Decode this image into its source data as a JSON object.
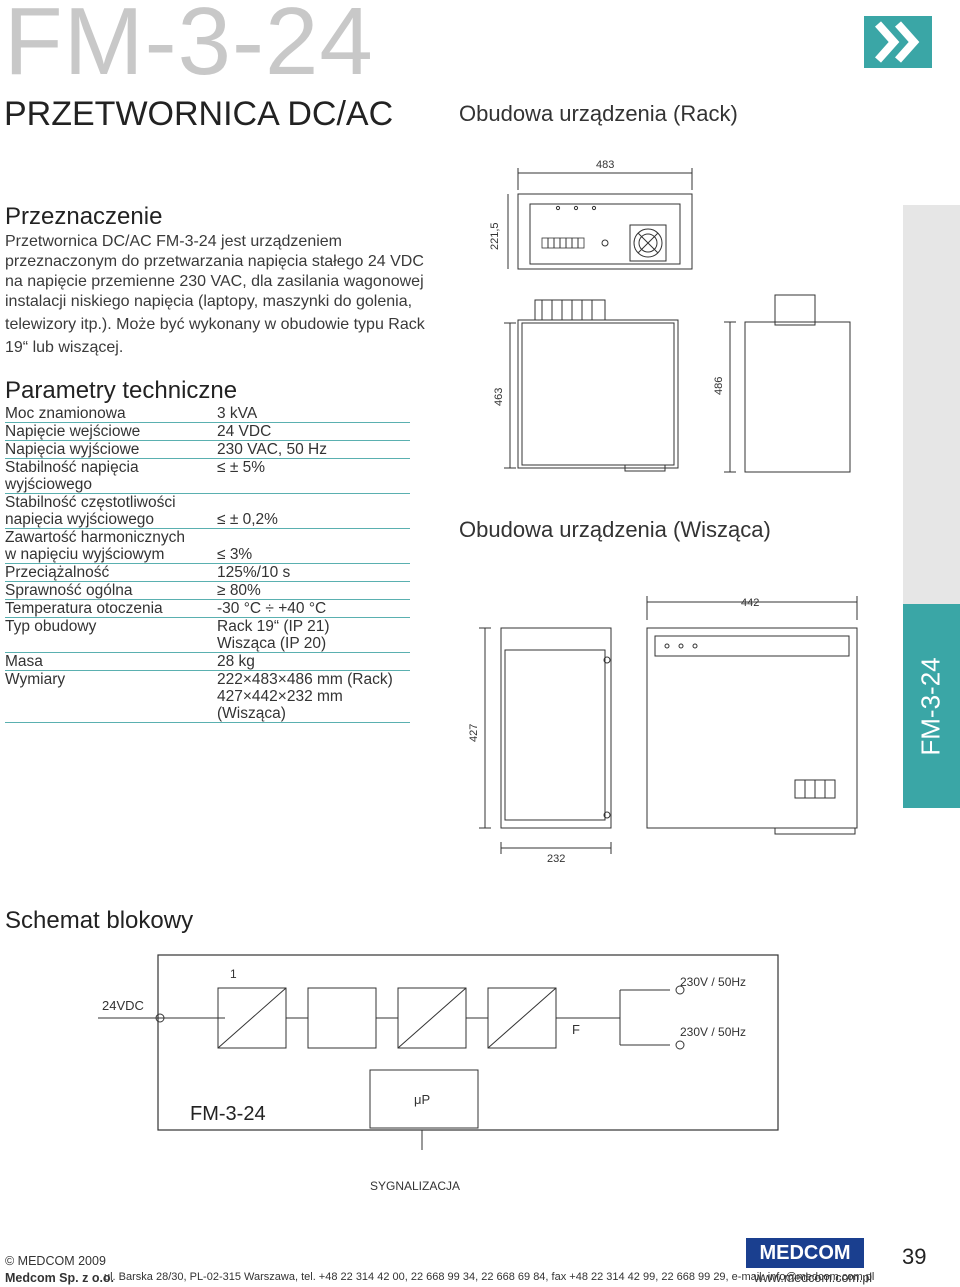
{
  "header": {
    "model": "FM-3-24",
    "subtitle": "PRZETWORNICA DC/AC",
    "chevron_icon": "double-chevron-right-icon",
    "accent_color": "#3aa6a6"
  },
  "rack": {
    "title": "Obudowa urządzenia (Rack)",
    "dims": {
      "width": "483",
      "height": "221,5",
      "depth": "463",
      "depth2": "486"
    }
  },
  "wall": {
    "title": "Obudowa urządzenia (Wisząca)",
    "dims": {
      "width": "442",
      "height": "427",
      "depth": "232"
    }
  },
  "purpose": {
    "heading": "Przeznaczenie",
    "lines": [
      "Przetwornica DC/AC FM-3-24 jest urządzeniem",
      "przeznaczonym do przetwarzania napięcia stałego 24 VDC",
      "na napięcie przemienne 230 VAC, dla zasilania wagonowej",
      "instalacji niskiego napięcia (laptopy, maszynki do golenia,",
      "telewizory itp.). Może być wykonany w obudowie typu Rack",
      "19“ lub wiszącej."
    ]
  },
  "params": {
    "heading": "Parametry techniczne",
    "rows": [
      {
        "k": "Moc znamionowa",
        "v": "3 kVA"
      },
      {
        "k": "Napięcie wejściowe",
        "v": "24 VDC"
      },
      {
        "k": "Napięcia wyjściowe",
        "v": "230 VAC, 50 Hz"
      },
      {
        "k": "Stabilność napięcia wyjściowego",
        "v": "≤ ± 5%"
      },
      {
        "k": "Stabilność częstotliwości",
        "v": ""
      },
      {
        "k": "napięcia wyjściowego",
        "v": "≤ ± 0,2%"
      },
      {
        "k": "Zawartość harmonicznych",
        "v": ""
      },
      {
        "k": "w napięciu wyjściowym",
        "v": "≤ 3%"
      },
      {
        "k": "Przeciążalność",
        "v": "125%/10 s"
      },
      {
        "k": "Sprawność ogólna",
        "v": "≥ 80%"
      },
      {
        "k": "Temperatura otoczenia",
        "v": "-30 °C ÷ +40 °C"
      },
      {
        "k": "Typ obudowy",
        "v": "Rack 19“ (IP 21)"
      },
      {
        "k": "",
        "v": "Wisząca (IP 20)"
      },
      {
        "k": "Masa",
        "v": "28 kg"
      },
      {
        "k": "Wymiary",
        "v": "222×483×486 mm (Rack)"
      },
      {
        "k": "",
        "v": "427×442×232 mm (Wisząca)"
      }
    ]
  },
  "side_tab": {
    "label": "FM-3-24"
  },
  "schema": {
    "heading": "Schemat blokowy",
    "input": "24VDC",
    "block1": "1",
    "filter": "F",
    "out1": "230V / 50Hz",
    "out2": "230V / 50Hz",
    "name": "FM-3-24",
    "up": "μP",
    "signal": "SYGNALIZACJA"
  },
  "footer": {
    "copyright": "© MEDCOM 2009",
    "company": "Medcom Sp. z o.o.",
    "address": "ul. Barska 28/30, PL-02-315 Warszawa, tel. +48 22 314 42 00, 22 668 99 34, 22 668 69 84, fax +48 22 314 42 99, 22 668 99 29, e-mail: info@medcom.com.pl",
    "www": "www.medcom.com.pl",
    "logo": "MEDCOM",
    "page": "39"
  }
}
